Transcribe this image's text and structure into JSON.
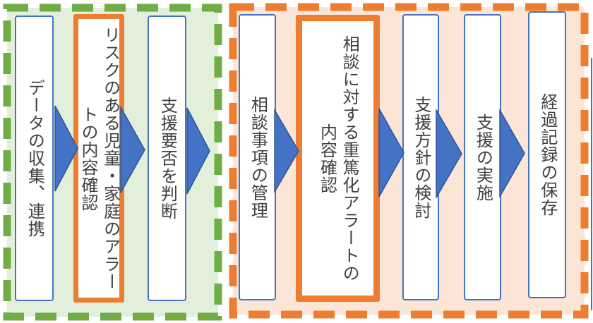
{
  "flow": {
    "groups": [
      {
        "id": "risk-detection-phase",
        "fill": "#e2efda",
        "border_color": "#70ad47",
        "steps": [
          {
            "label": "データの収集、連携",
            "highlighted": false
          },
          {
            "label": "リスクのある児童・家庭のアラー\nトの内容確認",
            "highlighted": true
          },
          {
            "label": "支援要否を判断",
            "highlighted": false
          }
        ]
      },
      {
        "id": "consultation-support-phase",
        "fill": "#fbe5d6",
        "border_color": "#ed7d31",
        "steps": [
          {
            "label": "相談事項の管理",
            "highlighted": false
          },
          {
            "label": "相談に対する重篤化アラートの\n内容確認",
            "highlighted": true
          },
          {
            "label": "支援方針の検討",
            "highlighted": false
          },
          {
            "label": "支援の実施",
            "highlighted": false
          },
          {
            "label": "経過記録の保存",
            "highlighted": false
          }
        ]
      }
    ],
    "colors": {
      "arrow_fill": "#4472c4",
      "arrow_stroke": "#2f5597",
      "box_border": "#4472c4",
      "highlight_border": "#ed7d31",
      "text": "#404040"
    }
  }
}
